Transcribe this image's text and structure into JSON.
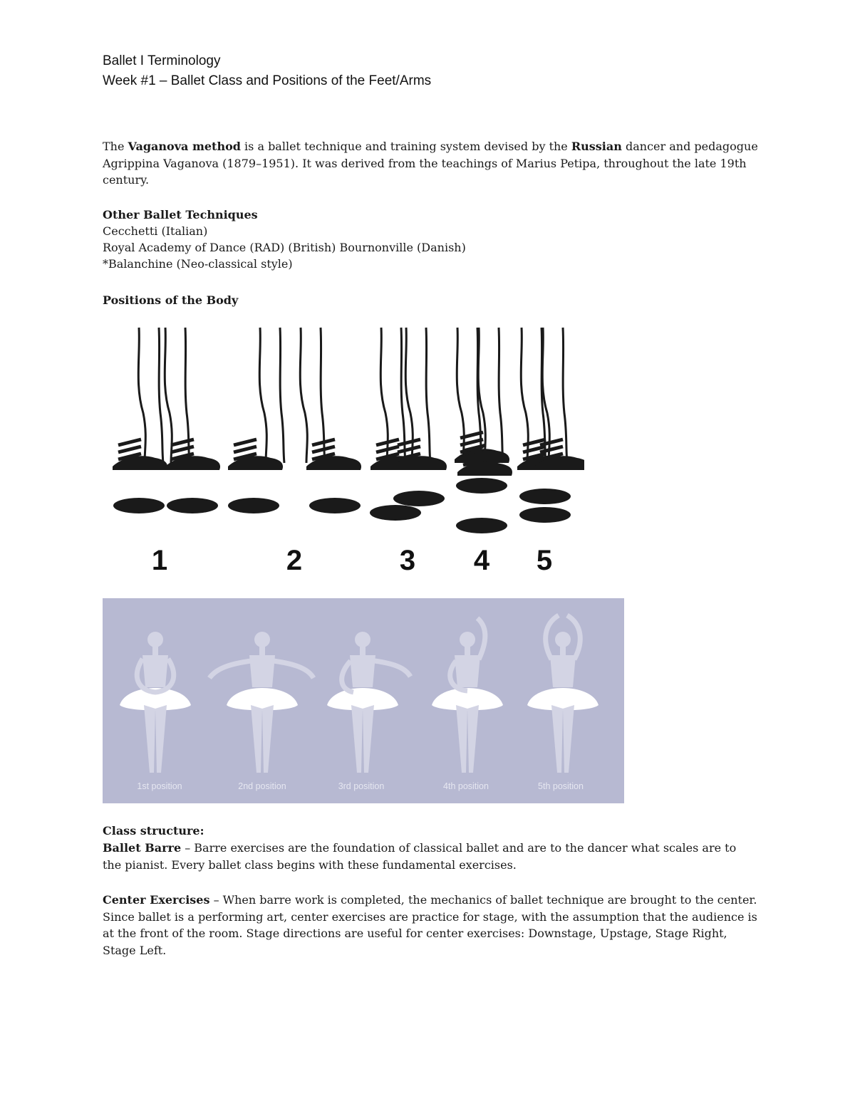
{
  "header": {
    "title": "Ballet I Terminology",
    "subtitle": "Week #1 – Ballet Class and Positions of the Feet/Arms"
  },
  "intro": {
    "t1": "The ",
    "b1": "Vaganova method",
    "t2": " is a ballet technique and training system devised by the ",
    "b2": "Russian",
    "t3": " dancer and pedagogue Agrippina Vaganova (1879–1951). It was derived from the teachings of Marius Petipa, throughout the late 19th century."
  },
  "techniques": {
    "heading": "Other Ballet Techniques",
    "items": [
      "Cecchetti (Italian)",
      "Royal Academy of Dance (RAD) (British) Bournonville (Danish)",
      "*Balanchine (Neo-classical style)"
    ]
  },
  "positions": {
    "heading": "Positions of the Body",
    "feet_numbers": [
      "1",
      "2",
      "3",
      "4",
      "5"
    ],
    "arm_labels": [
      "1st position",
      "2nd position",
      "3rd position",
      "4th position",
      "5th position"
    ]
  },
  "class_structure": {
    "heading": "Class structure:",
    "barre_term": "Ballet Barre",
    "barre_text": " – Barre exercises are the foundation of classical ballet and are to the dancer what scales are to the pianist. Every ballet class begins with these fundamental exercises.",
    "center_term": "Center Exercises",
    "center_text": " – When barre work is completed, the mechanics of ballet technique are brought to the center. Since ballet is a performing art, center exercises are practice for stage, with the assumption that the audience is at the front of the room. Stage directions are useful for center exercises: Downstage, Upstage, Stage Right, Stage Left."
  },
  "colors": {
    "arms_bg": "#b7b9d2",
    "silhouette": "#d3d4e4",
    "tutu": "#ffffff"
  }
}
